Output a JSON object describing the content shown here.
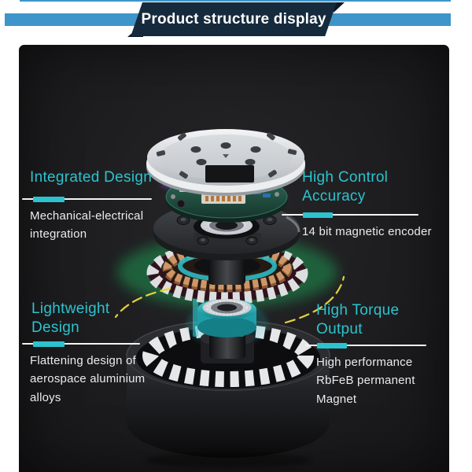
{
  "banner": {
    "title": "Product structure display"
  },
  "theme": {
    "accent_cyan": "#2cc3cf",
    "banner_blue": "#3d95ca",
    "banner_navy": "#152a3d",
    "panel_bg": "#1d1d1f",
    "highlight_yellow": "#e6d23e",
    "glow_green": "#1fa055"
  },
  "callouts": [
    {
      "id": "integrated-design",
      "title": "Integrated Design",
      "description": "Mechanical-electrical integration"
    },
    {
      "id": "high-control-accuracy",
      "title": "High Control Accuracy",
      "description": "14 bit magnetic encoder"
    },
    {
      "id": "lightweight-design",
      "title": "Lightweight Design",
      "description": "Flattening design of aerospace aluminium alloys"
    },
    {
      "id": "high-torque-output",
      "title": "High Torque Output",
      "description": "High performance RbFeB permanent Magnet"
    }
  ]
}
